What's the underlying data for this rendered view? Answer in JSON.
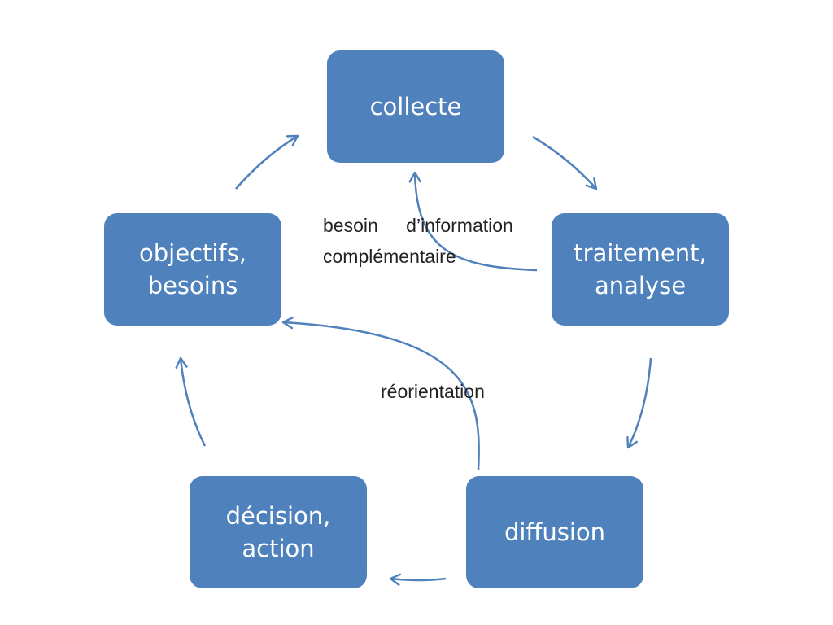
{
  "nodes": {
    "collecte": {
      "lines": [
        "collecte"
      ]
    },
    "traitement": {
      "lines": [
        "traitement,",
        "analyse"
      ]
    },
    "diffusion": {
      "lines": [
        "diffusion"
      ]
    },
    "decision": {
      "lines": [
        "décision,",
        "action"
      ]
    },
    "objectifs": {
      "lines": [
        "objectifs,",
        "besoins"
      ]
    }
  },
  "labels": {
    "besoin_line1": "besoin d’information",
    "besoin_line2": "complémentaire",
    "reorientation": "réorientation"
  },
  "colors": {
    "node_fill": "#4f81bd",
    "node_text": "#ffffff",
    "arrow": "#4f81bd",
    "label_text": "#222222"
  }
}
